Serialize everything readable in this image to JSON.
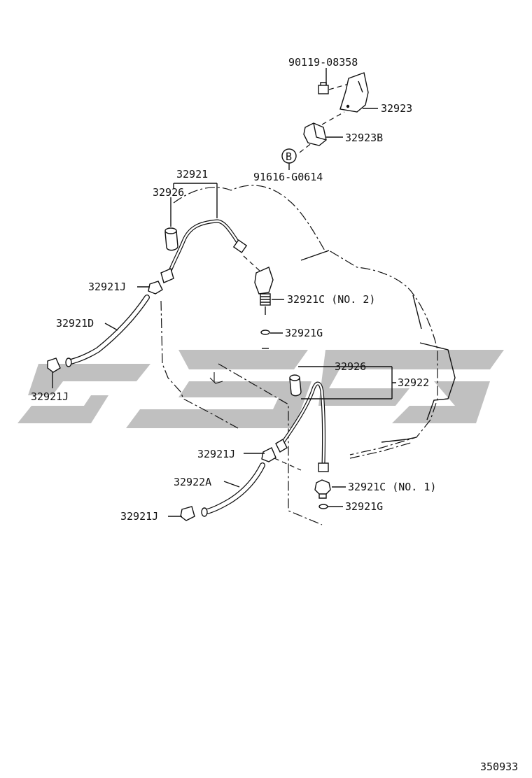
{
  "labels": {
    "bolt": "90119-08358",
    "bracket": "32923",
    "clamp_bracket": "32923B",
    "ref_mark": "B",
    "clip_ref": "91616-G0614",
    "tube_upper": "32921",
    "hose_upper": "32926",
    "clamp_a": "32921J",
    "union_no2": "32921C (NO. 2)",
    "hose_d": "32921D",
    "gasket_a": "32921G",
    "clamp_b": "32921J",
    "hose_lower": "32926",
    "tube_lower": "32922",
    "clamp_c": "32921J",
    "hose_a": "32922A",
    "union_no1": "32921C (NO. 1)",
    "clamp_d": "32921J",
    "gasket_b": "32921G"
  },
  "footer": {
    "diagram_number": "350933"
  },
  "colors": {
    "ink": "#111111",
    "background": "#ffffff",
    "watermark": "#8c8c8c"
  }
}
